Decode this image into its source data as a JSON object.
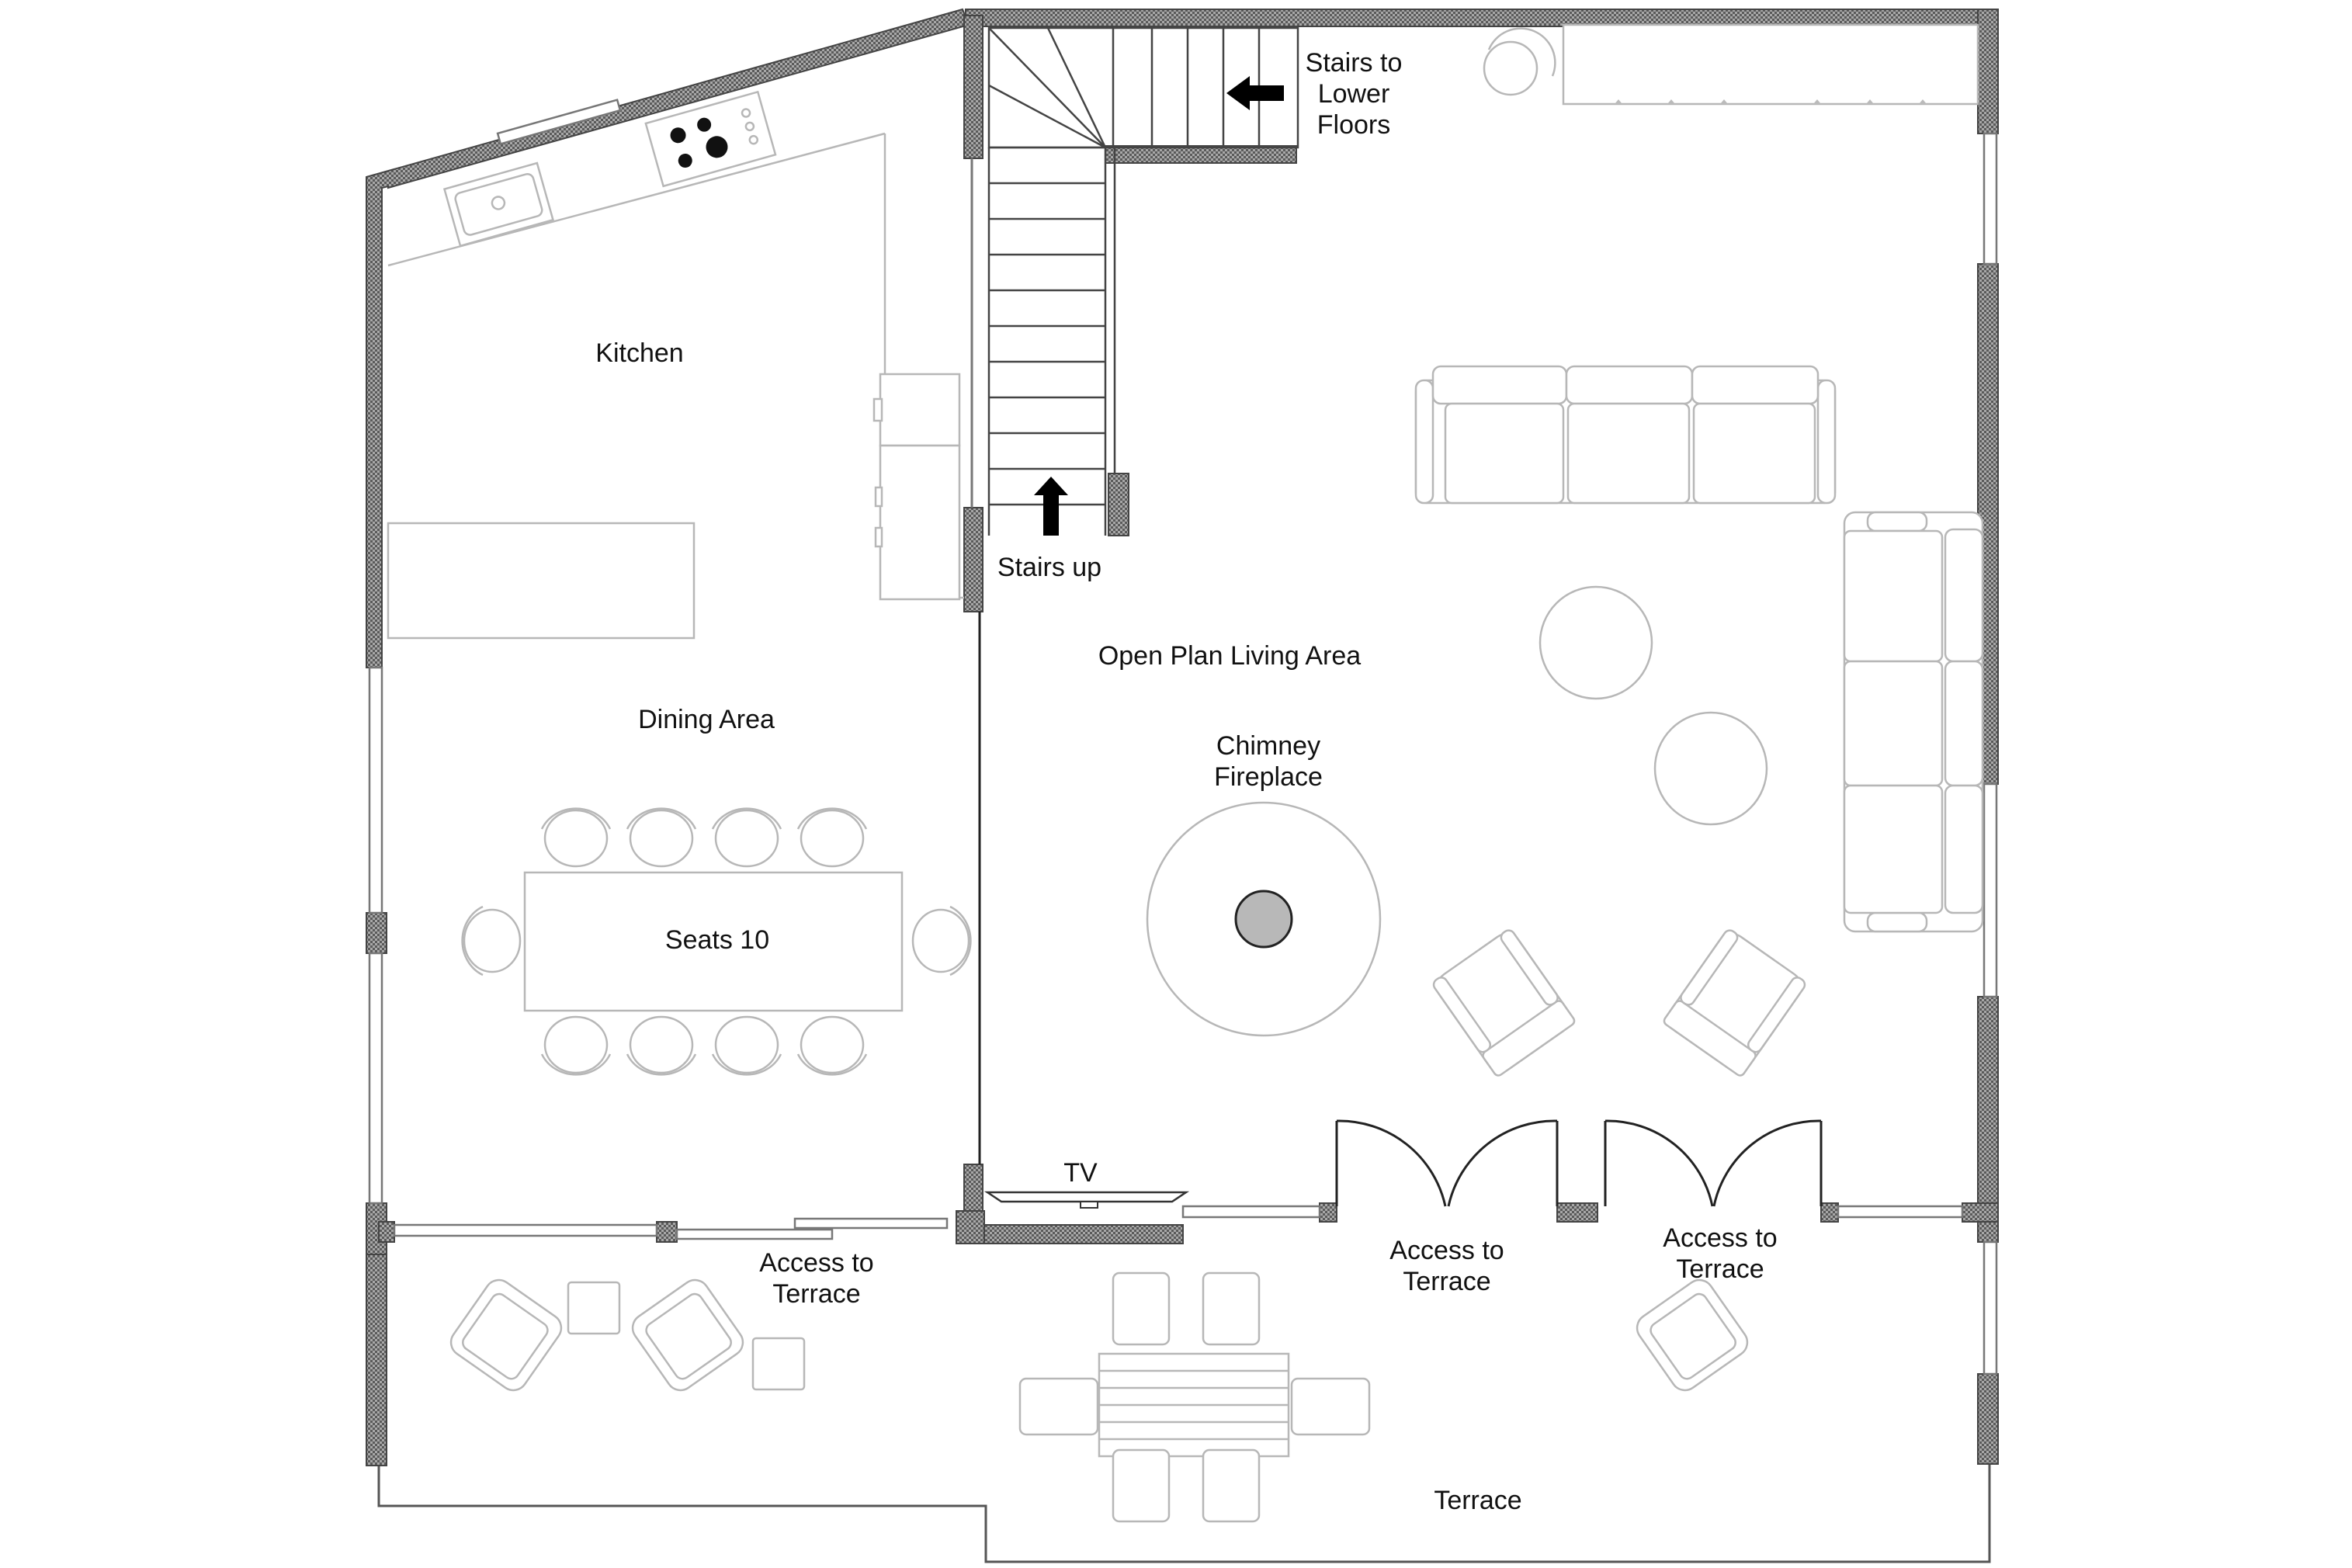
{
  "plan": {
    "rooms": {
      "kitchen": "Kitchen",
      "dining": "Dining Area",
      "living": "Open Plan Living Area",
      "terrace": "Terrace"
    },
    "labels": {
      "stairs_lower": [
        "Stairs to",
        "Lower",
        "Floors"
      ],
      "stairs_up": "Stairs up",
      "fireplace": [
        "Chimney",
        "Fireplace"
      ],
      "seats": "Seats 10",
      "tv": "TV",
      "access_left": [
        "Access to",
        "Terrace"
      ],
      "access_mid": [
        "Access to",
        "Terrace"
      ],
      "access_right": [
        "Access to",
        "Terrace"
      ]
    },
    "colors": {
      "wall": "#8a8a8a",
      "wall_dark": "#3c3c3c",
      "outline": "#222222",
      "furniture": "#b7b7b7"
    }
  }
}
